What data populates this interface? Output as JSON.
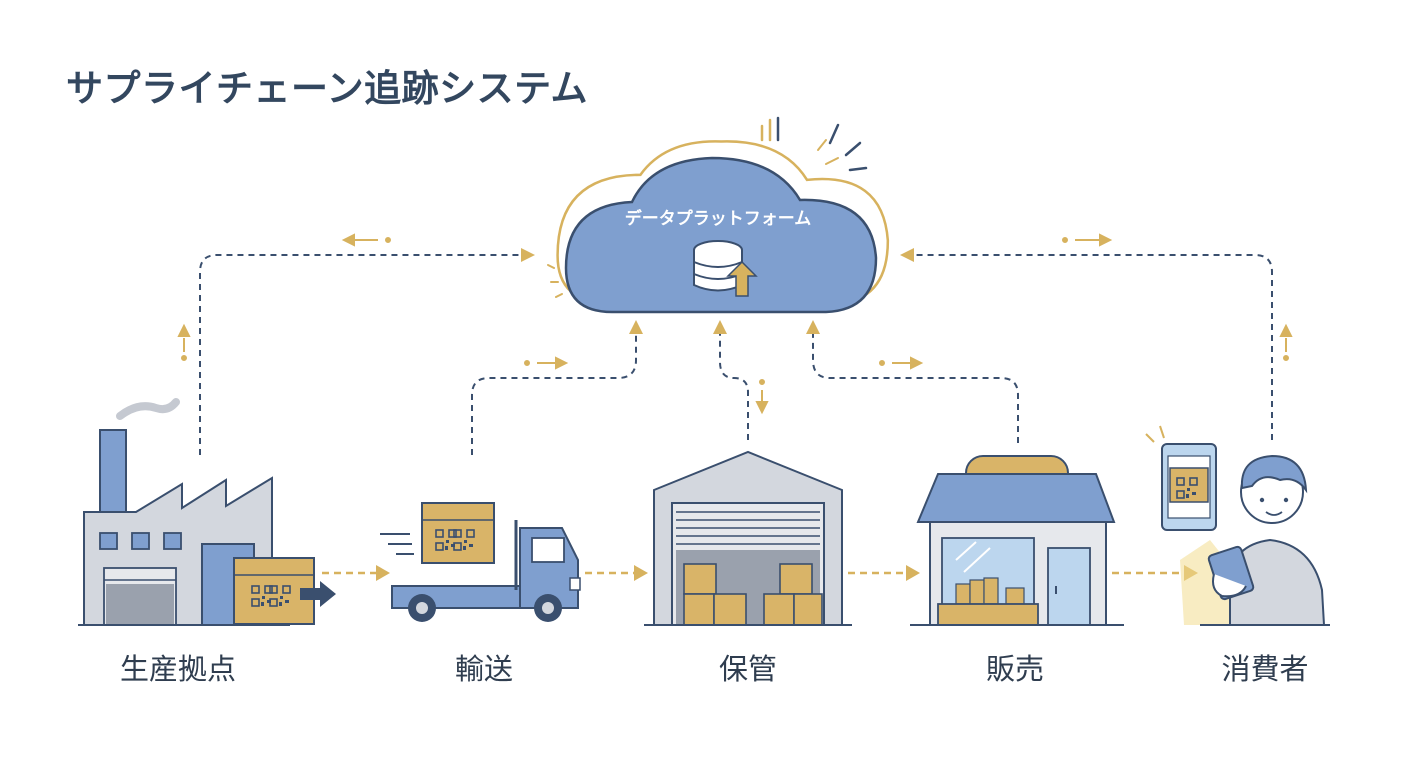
{
  "title": "サプライチェーン追跡システム",
  "platform": {
    "label": "データプラットフォーム",
    "icon": "database-upload-icon"
  },
  "stages": [
    {
      "id": "production",
      "label": "生産拠点",
      "icon": "factory-icon"
    },
    {
      "id": "transport",
      "label": "輸送",
      "icon": "truck-icon"
    },
    {
      "id": "storage",
      "label": "保管",
      "icon": "warehouse-icon"
    },
    {
      "id": "sales",
      "label": "販売",
      "icon": "store-icon"
    },
    {
      "id": "consumer",
      "label": "消費者",
      "icon": "person-smartphone-icon"
    }
  ],
  "colors": {
    "navy": "#3a4f6e",
    "blue": "#7f9fcf",
    "gold": "#d7b25e",
    "box": "#d9b468",
    "gray": "#d3d7de",
    "title": "#33475f"
  }
}
